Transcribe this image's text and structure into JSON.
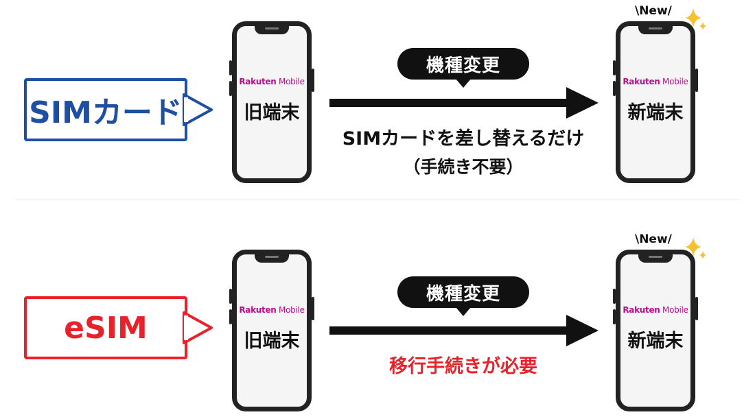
{
  "colors": {
    "sim_blue": "#1f4fa0",
    "esim_red": "#e8212b",
    "rakuten_pink": "#bf0a8f",
    "arrow_black": "#111111",
    "sparkle_gold": "#f5c12e"
  },
  "sim_row": {
    "label": "SIMカード",
    "old_phone": {
      "brand_a": "Rakuten",
      "brand_b": " Mobile",
      "device": "旧端末"
    },
    "new_phone": {
      "brand_a": "Rakuten",
      "brand_b": " Mobile",
      "device": "新端末",
      "badge": "\\New/"
    },
    "pill": "機種変更",
    "caption_line1": "SIMカードを差し替えるだけ",
    "caption_line2": "（手続き不要）"
  },
  "esim_row": {
    "label": "eSIM",
    "old_phone": {
      "brand_a": "Rakuten",
      "brand_b": " Mobile",
      "device": "旧端末"
    },
    "new_phone": {
      "brand_a": "Rakuten",
      "brand_b": " Mobile",
      "device": "新端末",
      "badge": "\\New/"
    },
    "pill": "機種変更",
    "caption_line1": "移行手続きが必要"
  },
  "icons": {
    "sparkle": "sparkle-icon",
    "arrow": "arrow-right-icon"
  }
}
